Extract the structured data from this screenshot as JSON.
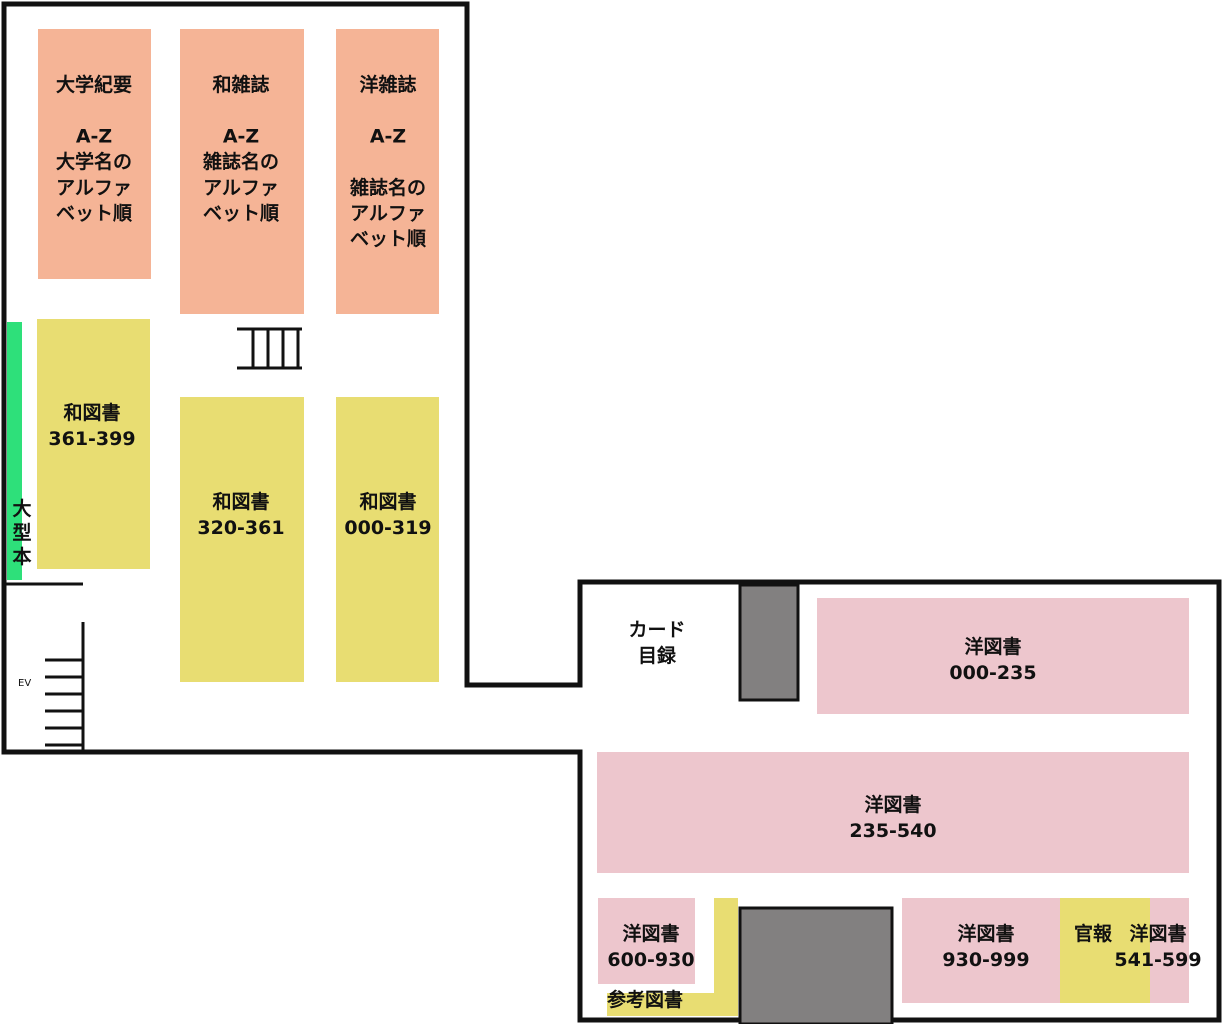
{
  "colors": {
    "serial": "#f5b496",
    "japanese_book": "#e8dd72",
    "western_book": "#edc6cd",
    "oversize": "#2ee07a",
    "gray": "#828080",
    "wall": "#111111"
  },
  "areas": {
    "univ_bulletin": {
      "lines": [
        "大学紀要",
        "",
        "A-Z",
        "大学名の",
        "アルファ",
        "ベット順"
      ]
    },
    "jp_journal": {
      "lines": [
        "和雑誌",
        "",
        "A-Z",
        "雑誌名の",
        "アルファ",
        "ベット順"
      ]
    },
    "foreign_journal": {
      "lines": [
        "洋雑誌",
        "",
        "A-Z",
        "",
        "雑誌名の",
        "アルファ",
        "ベット順"
      ]
    },
    "jp_book_361_399": {
      "lines": [
        "和図書",
        "361-399"
      ]
    },
    "jp_book_320_361": {
      "lines": [
        "和図書",
        "320-361"
      ]
    },
    "jp_book_000_319": {
      "lines": [
        "和図書",
        "000-319"
      ]
    },
    "oversize": {
      "lines": [
        "大",
        "型",
        "本"
      ]
    },
    "ev": {
      "text": "EV"
    },
    "card_catalog": {
      "lines": [
        "カード",
        "目録"
      ]
    },
    "wb_000_235": {
      "lines": [
        "洋図書",
        "000-235"
      ]
    },
    "wb_235_540": {
      "lines": [
        "洋図書",
        "235-540"
      ]
    },
    "wb_600_930": {
      "lines": [
        "洋図書",
        "600-930"
      ]
    },
    "reference": {
      "text": "参考図書"
    },
    "wb_930_999": {
      "lines": [
        "洋図書",
        "930-999"
      ]
    },
    "gazette": {
      "text": "官報"
    },
    "wb_541_599": {
      "lines": [
        "洋図書",
        "541-599"
      ]
    }
  }
}
